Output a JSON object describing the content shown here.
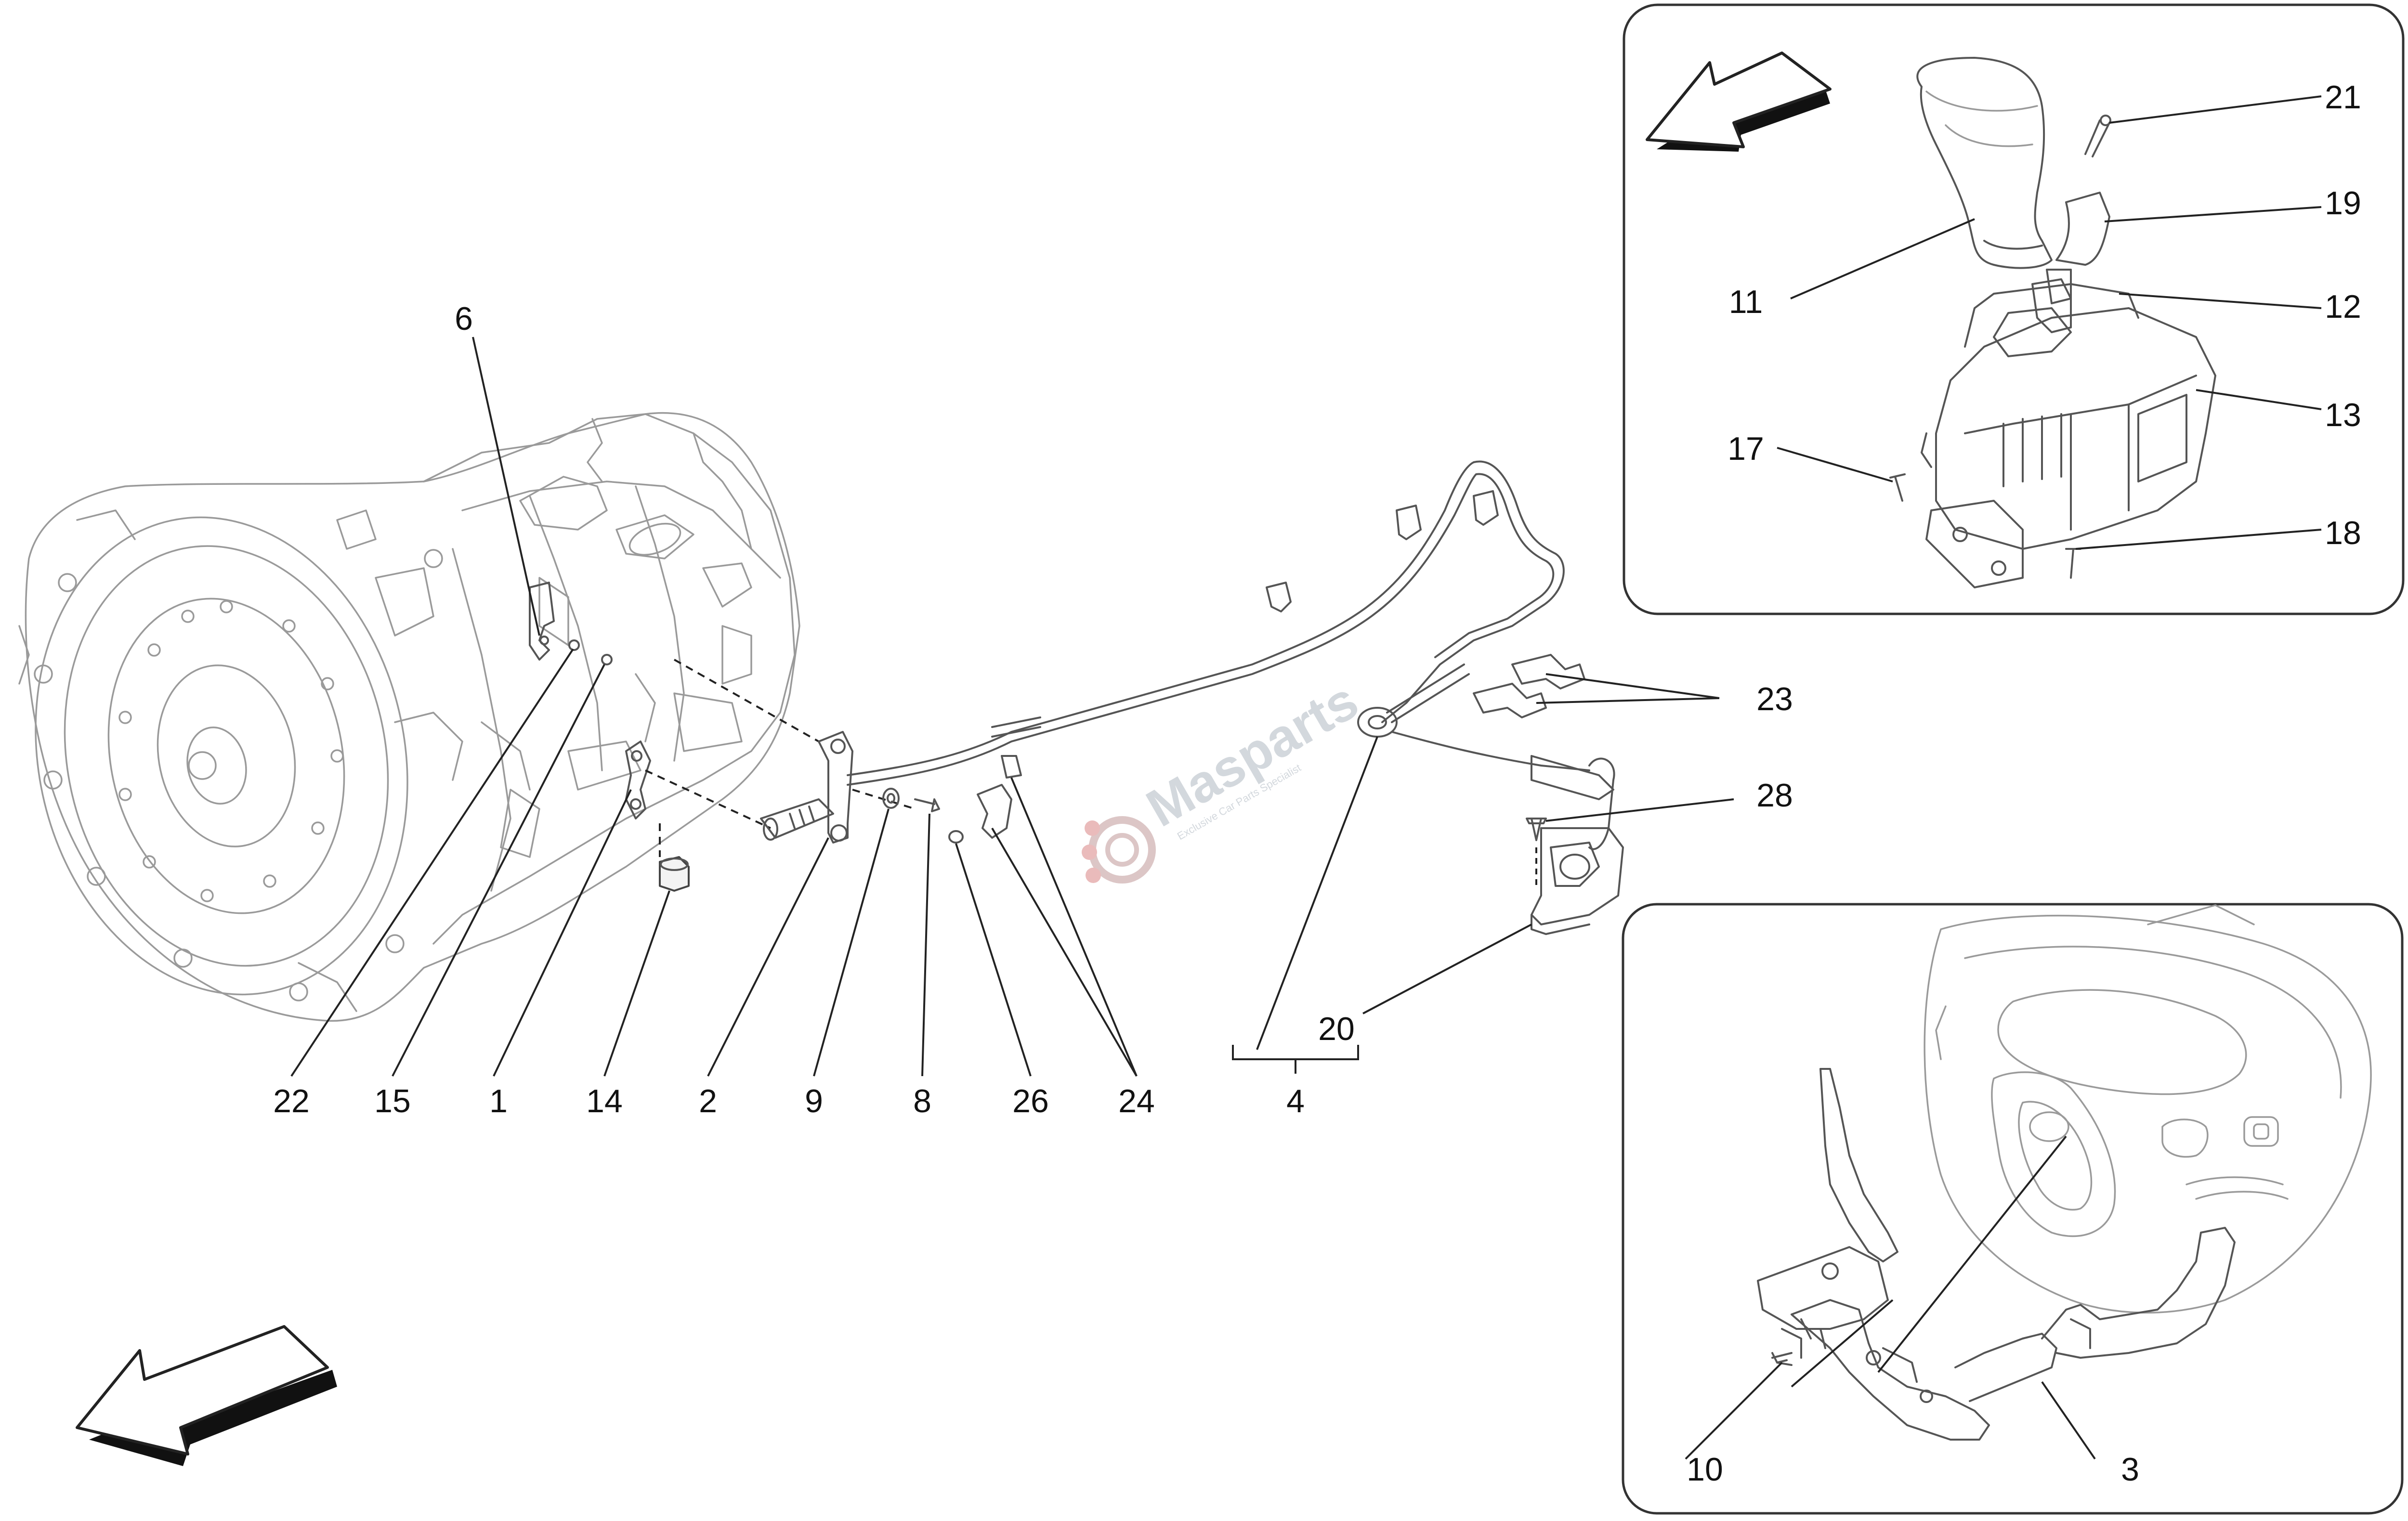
{
  "callouts": {
    "c1": "1",
    "c2": "2",
    "c3": "3",
    "c4": "4",
    "c6": "6",
    "c8": "8",
    "c9": "9",
    "c10": "10",
    "c11": "11",
    "c12": "12",
    "c13": "13",
    "c14": "14",
    "c15": "15",
    "c17": "17",
    "c18": "18",
    "c19": "19",
    "c20": "20",
    "c21": "21",
    "c22": "22",
    "c23": "23",
    "c24": "24",
    "c26": "26",
    "c28": "28"
  },
  "watermark": {
    "brand": "Masparts",
    "tagline": "Exclusive Car Parts Specialist"
  },
  "colors": {
    "line": "#555555",
    "watermark": "#cfd4da",
    "watermark_accent": "#e8b4b4"
  }
}
